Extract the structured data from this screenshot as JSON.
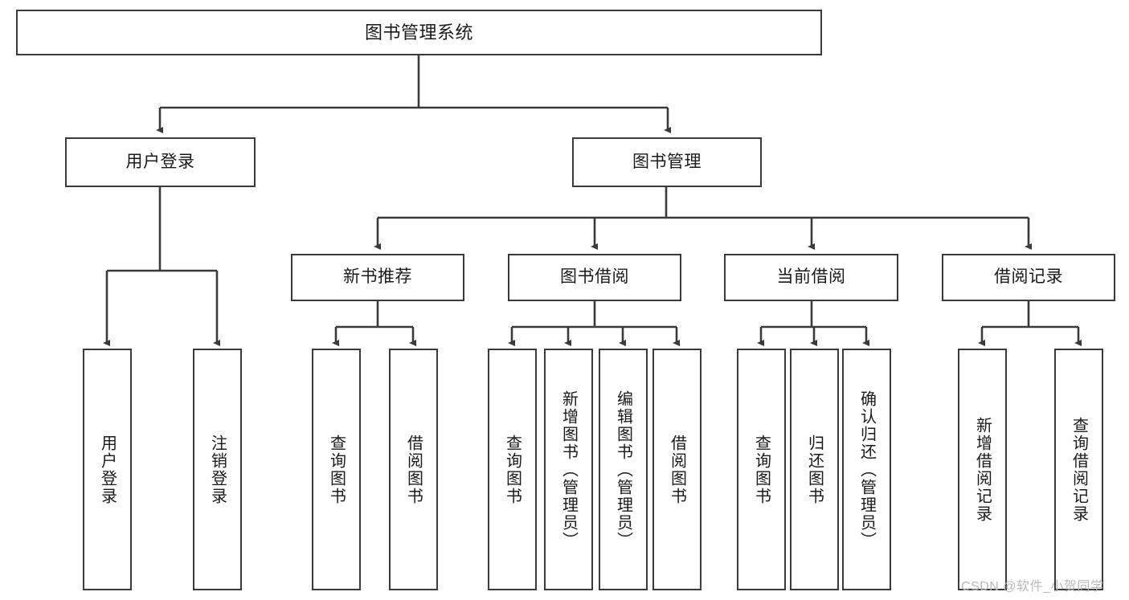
{
  "diagram": {
    "type": "tree",
    "title": "图书管理系统",
    "orientation": "top-down",
    "edge_style": "orthogonal-arrow",
    "colors": {
      "box_border": "#3a3a3a",
      "box_fill": "#ffffff",
      "line": "#3a3a3a",
      "text": "#1a1a1a",
      "watermark": "#b9b9b9",
      "background": "#ffffff"
    },
    "root": {
      "label": "图书管理系统",
      "text_direction": "horizontal"
    },
    "level2": [
      {
        "label": "用户登录",
        "text_direction": "horizontal"
      },
      {
        "label": "图书管理",
        "text_direction": "horizontal"
      }
    ],
    "level3": [
      {
        "label": "新书推荐",
        "text_direction": "horizontal",
        "parent": "图书管理"
      },
      {
        "label": "图书借阅",
        "text_direction": "horizontal",
        "parent": "图书管理"
      },
      {
        "label": "当前借阅",
        "text_direction": "horizontal",
        "parent": "图书管理"
      },
      {
        "label": "借阅记录",
        "text_direction": "horizontal",
        "parent": "图书管理"
      }
    ],
    "leaves": {
      "用户登录": [
        {
          "label": "用户登录",
          "text_direction": "vertical"
        },
        {
          "label": "注销登录",
          "text_direction": "vertical"
        }
      ],
      "新书推荐": [
        {
          "label": "查询图书",
          "text_direction": "vertical"
        },
        {
          "label": "借阅图书",
          "text_direction": "vertical"
        }
      ],
      "图书借阅": [
        {
          "label": "查询图书",
          "text_direction": "vertical"
        },
        {
          "label": "新增图书（管理员）",
          "text_direction": "vertical"
        },
        {
          "label": "编辑图书（管理员）",
          "text_direction": "vertical"
        },
        {
          "label": "借阅图书",
          "text_direction": "vertical"
        }
      ],
      "当前借阅": [
        {
          "label": "查询图书",
          "text_direction": "vertical"
        },
        {
          "label": "归还图书",
          "text_direction": "vertical"
        },
        {
          "label": "确认归还（管理员）",
          "text_direction": "vertical"
        }
      ],
      "借阅记录": [
        {
          "label": "新增借阅记录",
          "text_direction": "vertical"
        },
        {
          "label": "查询借阅记录",
          "text_direction": "vertical"
        }
      ]
    }
  },
  "watermark": {
    "text": "CSDN @软件_小贺同学"
  }
}
